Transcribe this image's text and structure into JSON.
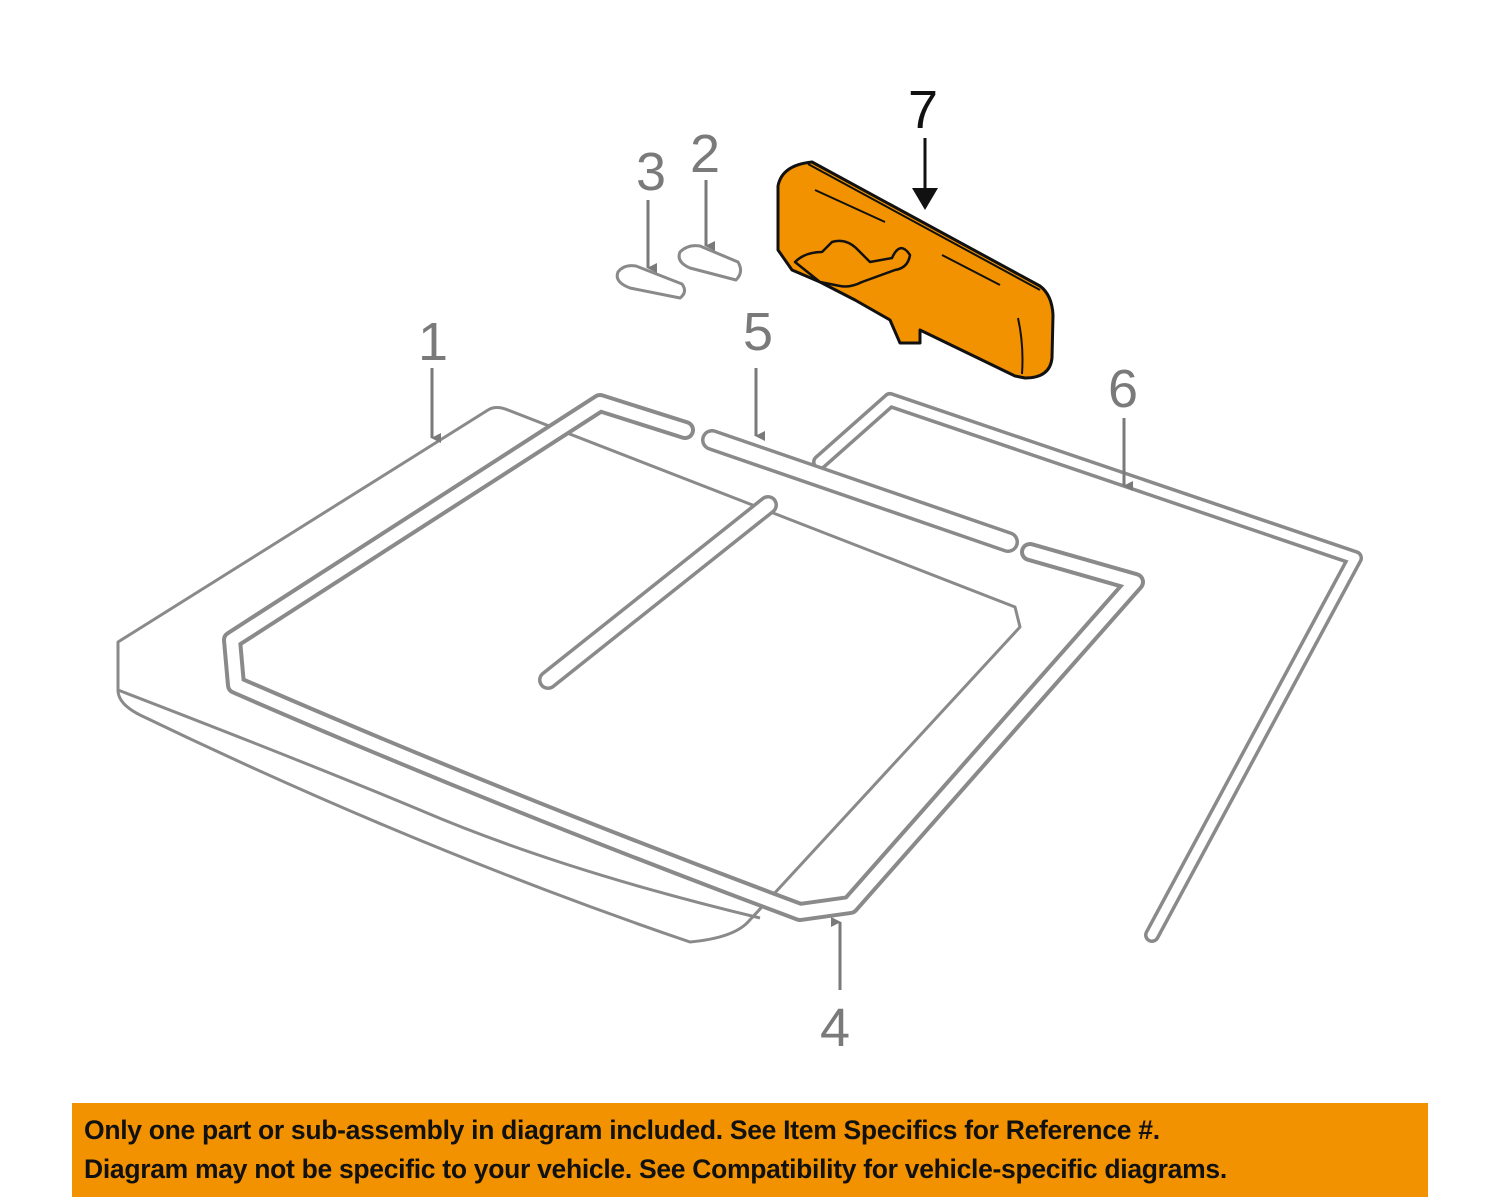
{
  "callouts": {
    "c1": "1",
    "c2": "2",
    "c3": "3",
    "c4": "4",
    "c5": "5",
    "c6": "6",
    "c7": "7"
  },
  "highlight_color": "#f39200",
  "banner": {
    "line1": "Only one part or sub-assembly in diagram included. See Item Specifics for Reference #.",
    "line2": "Diagram may not be specific to your vehicle. See Compatibility for vehicle-specific diagrams."
  }
}
